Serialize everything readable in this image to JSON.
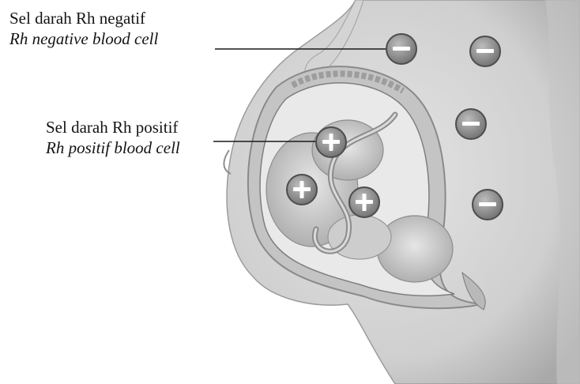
{
  "labels": {
    "negative": {
      "id_text": "Sel darah Rh negatif",
      "en_text": "Rh negative blood cell"
    },
    "positive": {
      "id_text": "Sel darah Rh positif",
      "en_text": "Rh positif blood cell"
    }
  },
  "cells": {
    "negative_symbol": "−",
    "positive_symbol": "+",
    "negative_count": 4,
    "positive_count": 3
  },
  "colors": {
    "skin": "#dcdcdc",
    "skin_shadow": "#b4b4b4",
    "uterus_wall": "#c8c8c8",
    "fetus": "#d2d2d2",
    "cell_fill": "#9a9a9a",
    "cell_ring": "#5a5a5a",
    "text": "#141414"
  }
}
